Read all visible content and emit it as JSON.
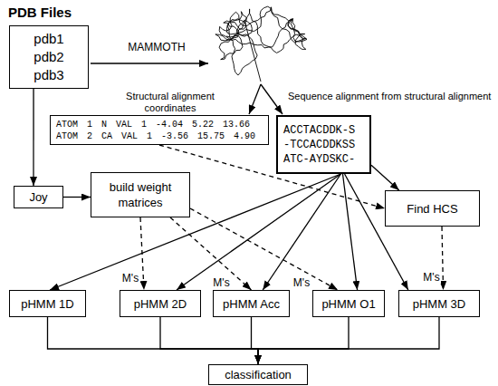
{
  "diagram": {
    "nodes": [
      {
        "text": [
          "PDB Files",
          "pdb1",
          "pdb2",
          "pdb3"
        ]
      },
      {
        "text": [
          "ATOM 1 N VAL 1 -4.04 5.22 13.66",
          "ATOM 2 CA VAL 1 -3.56 15.75 4.90"
        ]
      },
      {
        "text": [
          "ACCTACDDK-S",
          "-TCCACDDKSS",
          "ATC-AYDSKC-"
        ]
      },
      {
        "text": [
          "Joy"
        ]
      },
      {
        "text": [
          "build weight matrices"
        ]
      },
      {
        "text": [
          "Find HCS"
        ]
      },
      {
        "text": [
          "pHMM 1D"
        ]
      },
      {
        "text": [
          "pHMM 2D"
        ]
      },
      {
        "text": [
          "pHMM Acc"
        ]
      },
      {
        "text": [
          "pHMM O1"
        ]
      },
      {
        "text": [
          "pHMM 3D"
        ]
      },
      {
        "text": [
          "classification"
        ]
      }
    ],
    "edges": [
      {
        "from": 0,
        "to": 3,
        "arrow": "to"
      },
      {
        "from": 3,
        "to": 4,
        "arrow": "to"
      },
      {
        "from": 1,
        "to": 5,
        "arrow": "to"
      },
      {
        "from": 2,
        "to": 5,
        "arrow": "to"
      },
      {
        "from": 2,
        "to": 6,
        "arrow": "to"
      },
      {
        "from": 2,
        "to": 7,
        "arrow": "to"
      },
      {
        "from": 2,
        "to": 8,
        "arrow": "to"
      },
      {
        "from": 2,
        "to": 9,
        "arrow": "to"
      },
      {
        "from": 2,
        "to": 10,
        "arrow": "to"
      },
      {
        "from": 4,
        "to": 7,
        "label": "M's",
        "arrow": "to"
      },
      {
        "from": 4,
        "to": 8,
        "label": "M's",
        "arrow": "to"
      },
      {
        "from": 4,
        "to": 9,
        "label": "M's",
        "arrow": "to"
      },
      {
        "from": 5,
        "to": 10,
        "label": "M's",
        "arrow": "to"
      },
      {
        "from": 6,
        "to": 11,
        "arrow": "to"
      },
      {
        "from": 7,
        "to": 11,
        "arrow": "to"
      },
      {
        "from": 8,
        "to": 11,
        "arrow": "to"
      },
      {
        "from": 9,
        "to": 11,
        "arrow": "to"
      },
      {
        "from": 10,
        "to": 11,
        "arrow": "to"
      }
    ],
    "labels": [
      "MAMMOTH",
      "Structural alignment coordinates",
      "Sequence alignment from structural alignment"
    ]
  }
}
